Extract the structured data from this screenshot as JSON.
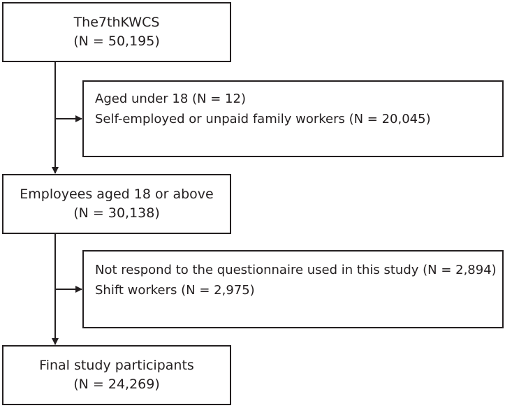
{
  "flowchart": {
    "cohort_box": {
      "line1": "The7thKWCS",
      "line2": "(N = 50,195)"
    },
    "exclusion_1": {
      "line1": "Aged under 18 (N = 12)",
      "line2": "Self-employed or unpaid family workers (N = 20,045)"
    },
    "employees_box": {
      "line1": "Employees aged 18 or above",
      "line2": "(N = 30,138)"
    },
    "exclusion_2": {
      "line1": "Not respond to the questionnaire used in this study (N = 2,894)",
      "line2": "Shift workers (N = 2,975)"
    },
    "final_box": {
      "line1": "Final study participants",
      "line2": "(N = 24,269)"
    }
  }
}
